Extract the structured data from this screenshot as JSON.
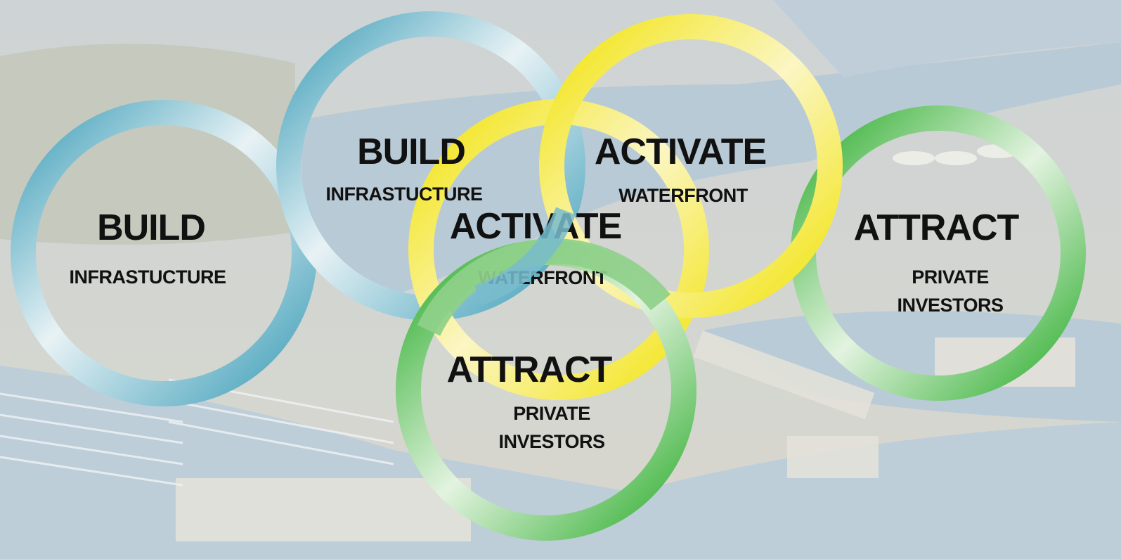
{
  "colors": {
    "blue_ring": "#4aa8c0",
    "yellow_ring": "#f1e51d",
    "green_ring": "#3db43d",
    "water": "#9ab3c4",
    "land": "#c9c6b8"
  },
  "rings": [
    {
      "id": "build-left",
      "color": "blue",
      "title": "BUILD",
      "subtitle": "INFRASTUCTURE"
    },
    {
      "id": "build-top",
      "color": "blue",
      "title": "BUILD",
      "subtitle": "INFRASTUCTURE"
    },
    {
      "id": "activate-mid",
      "color": "yellow",
      "title": "ACTIVATE",
      "subtitle": "WATERFRONT"
    },
    {
      "id": "activate-top",
      "color": "yellow",
      "title": "ACTIVATE",
      "subtitle": "WATERFRONT"
    },
    {
      "id": "attract-right",
      "color": "green",
      "title": "ATTRACT",
      "subtitle": "PRIVATE\nINVESTORS"
    },
    {
      "id": "attract-bottom",
      "color": "green",
      "title": "ATTRACT",
      "subtitle": "PRIVATE\nINVESTORS"
    }
  ]
}
